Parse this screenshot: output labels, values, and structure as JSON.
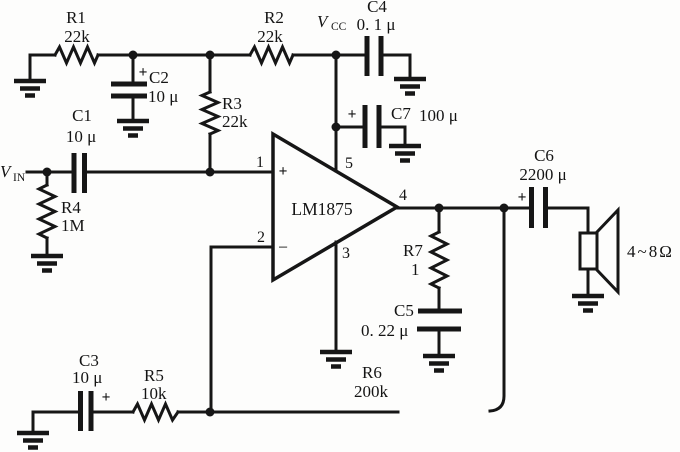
{
  "ic": {
    "part": "LM1875",
    "pin1": "1",
    "pin2": "2",
    "pin3": "3",
    "pin4": "4",
    "pin5": "5",
    "input_plus": "+",
    "input_minus": "−"
  },
  "power": {
    "vcc_symbol": "V",
    "vcc_subscript": "CC"
  },
  "input": {
    "vin_symbol": "V",
    "vin_subscript": "IN"
  },
  "output": {
    "speaker_impedance": "4~8Ω"
  },
  "components": {
    "r1": {
      "ref": "R1",
      "value": "22k"
    },
    "r2": {
      "ref": "R2",
      "value": "22k"
    },
    "r3": {
      "ref": "R3",
      "value": "22k"
    },
    "r4": {
      "ref": "R4",
      "value": "1M"
    },
    "r5": {
      "ref": "R5",
      "value": "10k"
    },
    "r6": {
      "ref": "R6",
      "value": "200k"
    },
    "r7": {
      "ref": "R7",
      "value": "1"
    },
    "c1": {
      "ref": "C1",
      "value": "10 μ"
    },
    "c2": {
      "ref": "C2",
      "value": "10 μ",
      "polarity": "+"
    },
    "c3": {
      "ref": "C3",
      "value": "10 μ",
      "polarity": "+"
    },
    "c4": {
      "ref": "C4",
      "value": "0. 1 μ"
    },
    "c5": {
      "ref": "C5",
      "value": "0. 22 μ"
    },
    "c6": {
      "ref": "C6",
      "value": "2200 μ",
      "polarity": "+"
    },
    "c7": {
      "ref": "C7",
      "value": "100 μ",
      "polarity": "+"
    }
  },
  "colors": {
    "ink": "#161616",
    "paper": "#fdfdfc"
  }
}
